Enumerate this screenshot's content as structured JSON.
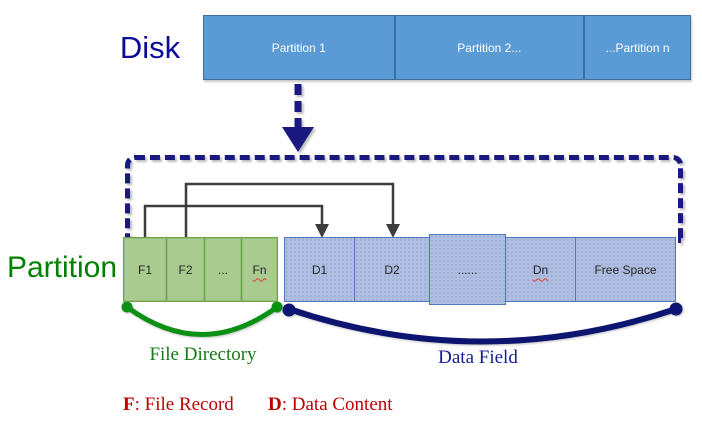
{
  "title_labels": {
    "disk": "Disk",
    "partition": "Partition"
  },
  "disk_bar": {
    "segments": [
      {
        "label": "Partition 1"
      },
      {
        "label": "Partition 2..."
      },
      {
        "label": "...Partition n"
      }
    ]
  },
  "partition_row": {
    "file_cells": [
      {
        "label": "F1"
      },
      {
        "label": "F2"
      },
      {
        "label": "..."
      },
      {
        "label": "Fn"
      }
    ],
    "data_cells": [
      {
        "label": "D1"
      },
      {
        "label": "D2"
      },
      {
        "label": "......"
      },
      {
        "label": "Dn"
      },
      {
        "label": "Free Space"
      }
    ]
  },
  "captions": {
    "file_directory": "File Directory",
    "data_field": "Data Field"
  },
  "legend": {
    "f_key": "F",
    "f_rest": ": File Record",
    "d_key": "D",
    "d_rest": ": Data Content"
  },
  "colors": {
    "disk_bar_fill": "#5B9BD5",
    "disk_bar_border": "#3F6FA0",
    "file_cell_fill": "#A9CB90",
    "file_cell_border": "#6DA24C",
    "data_cell_fill": "#AFBEE1",
    "data_cell_border": "#5077BE",
    "flow_navy": "#191980",
    "data_brace_navy": "#0c156f",
    "file_brace_green": "#0a9113",
    "disk_label_navy": "#0b0b97",
    "partition_label_green": "#008200",
    "legend_red": "#be0000",
    "connector_gray": "#3d3d3d"
  }
}
